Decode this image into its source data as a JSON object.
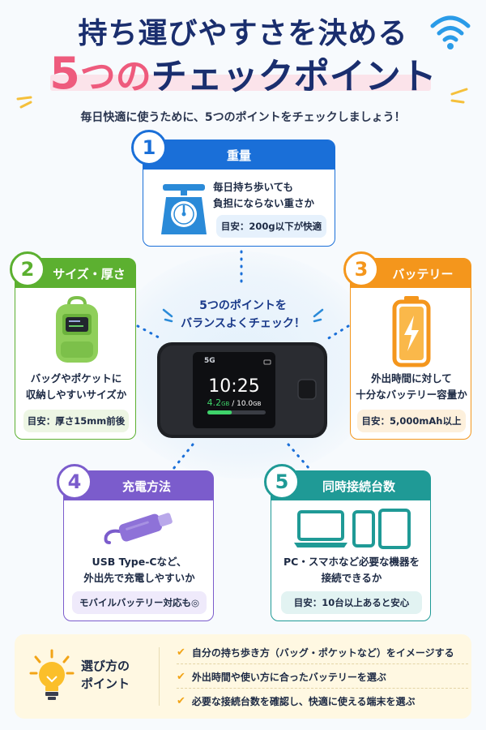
{
  "header": {
    "title_line1": "持ち運びやすさを決める",
    "title_num": "5",
    "title_tsu": "つ",
    "title_no": "の",
    "title_rest": "チェックポイント",
    "subtitle": "毎日快適に使うために、5つのポイントをチェックしましょう！"
  },
  "center": {
    "line1": "5つのポイントを",
    "line2": "バランスよくチェック！"
  },
  "device": {
    "time": "10:25",
    "signal_text": "5G",
    "data_used": "4.2",
    "data_used_unit": "GB",
    "data_total": " / 10.0",
    "data_total_unit": "GB",
    "usage_fraction": 0.42
  },
  "cards": {
    "weight": {
      "num": "1",
      "title": "重量",
      "desc1": "毎日持ち歩いても",
      "desc2": "負担にならない重さか",
      "pill": "目安：200g以下が快適",
      "icon": "scale-icon"
    },
    "size": {
      "num": "2",
      "title": "サイズ・厚さ",
      "desc1": "バッグやポケットに",
      "desc2": "収納しやすいサイズか",
      "pill": "目安：厚さ15mm前後",
      "icon": "backpack-icon"
    },
    "battery": {
      "num": "3",
      "title": "バッテリー",
      "desc1": "外出時間に対して",
      "desc2": "十分なバッテリー容量か",
      "pill": "目安：5,000mAh以上",
      "icon": "battery-icon"
    },
    "charge": {
      "num": "4",
      "title": "充電方法",
      "desc1": "USB Type-Cなど、",
      "desc2": "外出先で充電しやすいか",
      "pill": "モバイルバッテリー対応も◎",
      "icon": "usb-cable-icon"
    },
    "connect": {
      "num": "5",
      "title": "同時接続台数",
      "desc1": "PC・スマホなど必要な機器を",
      "desc2": "接続できるか",
      "pill": "目安：10台以上あると安心",
      "icon": "devices-icon"
    }
  },
  "tips": {
    "label1": "選び方の",
    "label2": "ポイント",
    "items": [
      "自分の持ち歩き方（バッグ・ポケットなど）をイメージする",
      "外出時間や使い方に合ったバッテリーを選ぶ",
      "必要な接続台数を確認し、快適に使える端末を選ぶ"
    ],
    "icon": "lightbulb-icon"
  },
  "colors": {
    "blue": "#1a6fd8",
    "green": "#5cb030",
    "orange": "#f4961c",
    "purple": "#7b5ccc",
    "teal": "#1f9a96",
    "navy": "#1a2e6e",
    "pink": "#ee5b7d"
  }
}
